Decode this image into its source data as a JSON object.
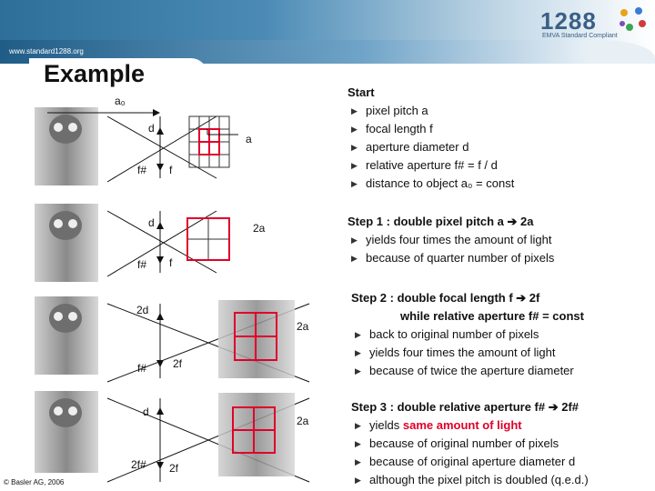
{
  "header": {
    "site": "www.standard1288.org",
    "logo_number": "1288",
    "logo_subtitle": "EMVA Standard Compliant"
  },
  "title": "Example",
  "footer": {
    "copyright": "© Basler AG, 2006"
  },
  "labels": {
    "a0": "a₀",
    "d": "d",
    "2d": "2d",
    "a": "a",
    "2a": "2a",
    "f": "f",
    "2f": "2f",
    "f#": "f#",
    "2f#": "2f#"
  },
  "start": {
    "heading": "Start",
    "items": [
      "pixel pitch a",
      "focal length f",
      "aperture diameter d",
      "relative aperture f# = f / d",
      "distance to object a₀ = const"
    ]
  },
  "step1": {
    "heading": "Step 1 : double pixel pitch a ➔ 2a",
    "items": [
      "yields four times the amount of light",
      "because of quarter number of pixels"
    ]
  },
  "step2": {
    "heading": "Step 2 : double focal length f ➔ 2f",
    "heading2": "while relative aperture f# = const",
    "items": [
      "back to original number of pixels",
      "yields four times the amount of light",
      "because of twice the aperture diameter"
    ]
  },
  "step3": {
    "heading": "Step 3 : double relative aperture f# ➔ 2f#",
    "item1_prefix": "yields ",
    "item1_highlight": "same amount of light",
    "items": [
      "because of original number of pixels",
      "because of original aperture diameter d",
      "although the pixel pitch is doubled (q.e.d.)"
    ]
  },
  "colors": {
    "header": "#2d6f98",
    "highlight": "#e0002a",
    "grid_red": "#e0002a"
  }
}
